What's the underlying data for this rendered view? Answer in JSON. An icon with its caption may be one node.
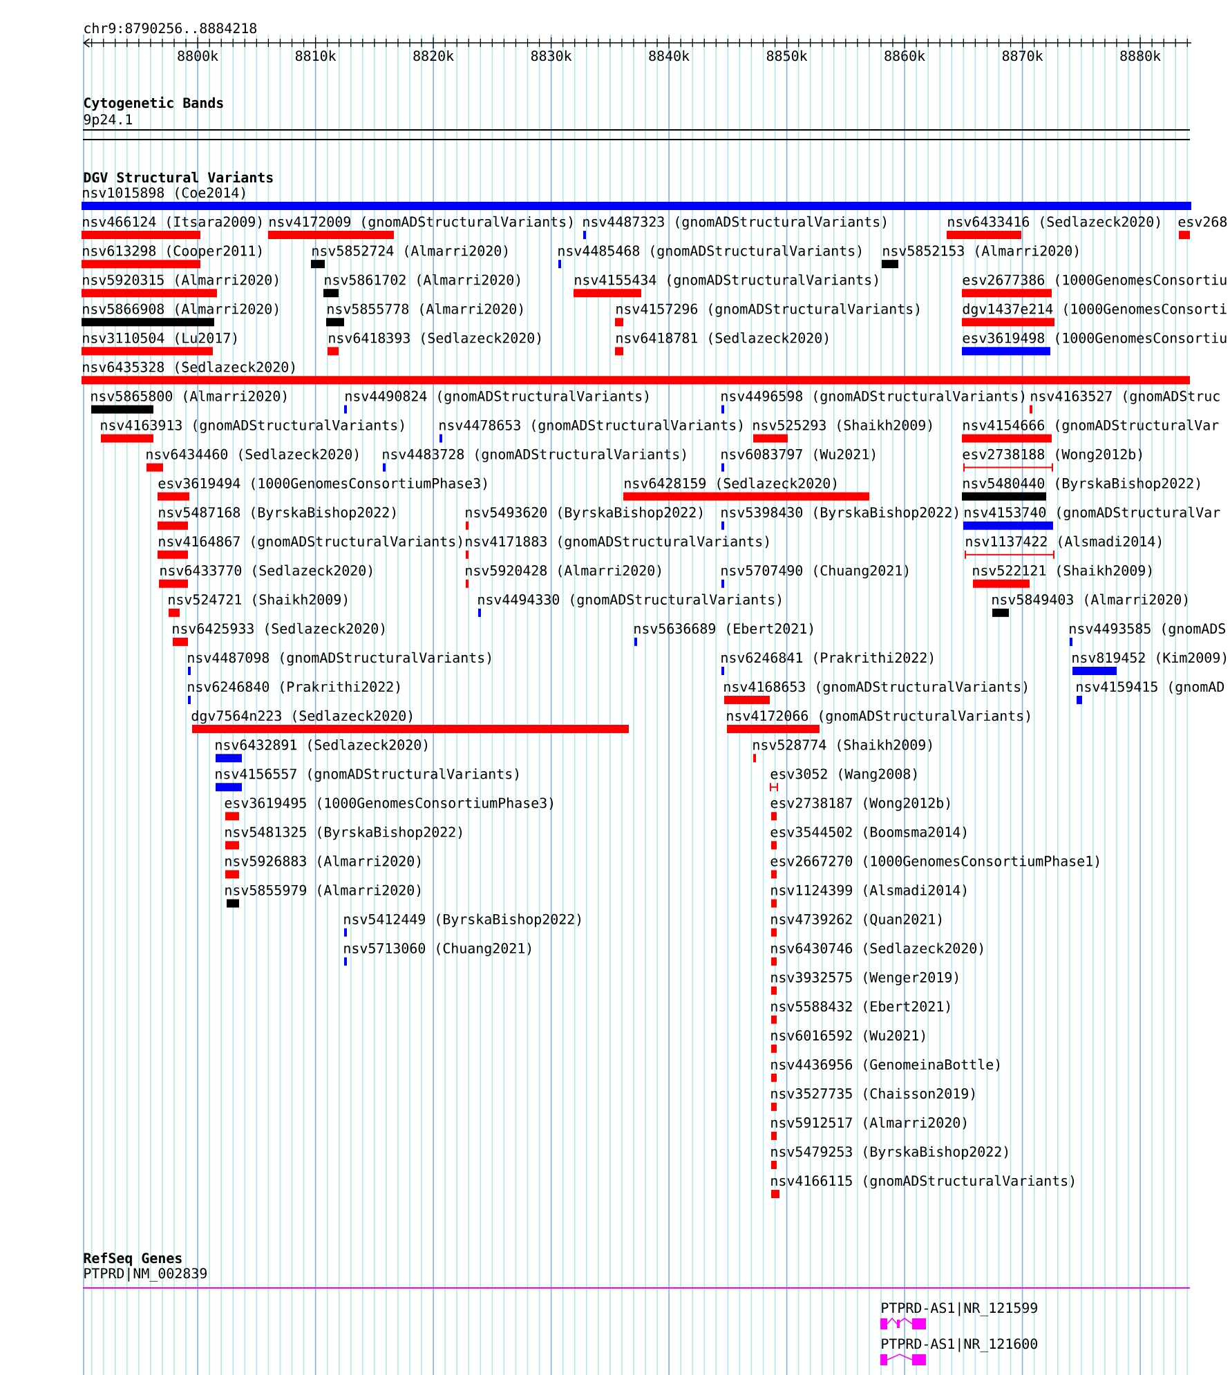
{
  "diagram": {
    "title": "chr9:8790256..8884218",
    "nodes": [
      {
        "text": [
          "9p24.1"
        ]
      },
      {
        "text": [
          "nsv1015898 (Coe2014)"
        ]
      },
      {
        "text": [
          "nsv466124 (Itsara2009)"
        ]
      },
      {
        "text": [
          "nsv4172009 (gnomADStructuralVariants)"
        ]
      },
      {
        "text": [
          "nsv4487323 (gnomADStructuralVariants)"
        ]
      },
      {
        "text": [
          "nsv6433416 (Sedlazeck2020)"
        ]
      },
      {
        "text": [
          "esv268"
        ]
      },
      {
        "text": [
          "nsv613298 (Cooper2011)"
        ]
      },
      {
        "text": [
          "nsv5852724 (Almarri2020)"
        ]
      },
      {
        "text": [
          "nsv4485468 (gnomADStructuralVariants)"
        ]
      },
      {
        "text": [
          "nsv5852153 (Almarri2020)"
        ]
      },
      {
        "text": [
          "nsv5920315 (Almarri2020)"
        ]
      },
      {
        "text": [
          "nsv5861702 (Almarri2020)"
        ]
      },
      {
        "text": [
          "nsv4155434 (gnomADStructuralVariants)"
        ]
      },
      {
        "text": [
          "esv2677386 (1000GenomesConsortiu"
        ]
      },
      {
        "text": [
          "nsv5866908 (Almarri2020)"
        ]
      },
      {
        "text": [
          "nsv5855778 (Almarri2020)"
        ]
      },
      {
        "text": [
          "nsv4157296 (gnomADStructuralVariants)"
        ]
      },
      {
        "text": [
          "dgv1437e214 (1000GenomesConsorti"
        ]
      },
      {
        "text": [
          "nsv3110504 (Lu2017)"
        ]
      },
      {
        "text": [
          "nsv6418393 (Sedlazeck2020)"
        ]
      },
      {
        "text": [
          "nsv6418781 (Sedlazeck2020)"
        ]
      },
      {
        "text": [
          "esv3619498 (1000GenomesConsortiu"
        ]
      },
      {
        "text": [
          "nsv6435328 (Sedlazeck2020)"
        ]
      },
      {
        "text": [
          "nsv5865800 (Almarri2020)"
        ]
      },
      {
        "text": [
          "nsv4490824 (gnomADStructuralVariants)"
        ]
      },
      {
        "text": [
          "nsv4496598 (gnomADStructuralVariants)"
        ]
      },
      {
        "text": [
          "nsv4163527 (gnomADStruc"
        ]
      },
      {
        "text": [
          "nsv4163913 (gnomADStructuralVariants)"
        ]
      },
      {
        "text": [
          "nsv4478653 (gnomADStructuralVariants)"
        ]
      },
      {
        "text": [
          "nsv525293 (Shaikh2009)"
        ]
      },
      {
        "text": [
          "nsv4154666 (gnomADStructuralVar"
        ]
      },
      {
        "text": [
          "nsv6434460 (Sedlazeck2020)"
        ]
      },
      {
        "text": [
          "nsv4483728 (gnomADStructuralVariants)"
        ]
      },
      {
        "text": [
          "nsv6083797 (Wu2021)"
        ]
      },
      {
        "text": [
          "esv2738188 (Wong2012b)"
        ]
      },
      {
        "text": [
          "esv3619494 (1000GenomesConsortiumPhase3)"
        ]
      },
      {
        "text": [
          "nsv6428159 (Sedlazeck2020)"
        ]
      },
      {
        "text": [
          "nsv5480440 (ByrskaBishop2022)"
        ]
      },
      {
        "text": [
          "nsv5487168 (ByrskaBishop2022)"
        ]
      },
      {
        "text": [
          "nsv5493620 (ByrskaBishop2022)"
        ]
      },
      {
        "text": [
          "nsv5398430 (ByrskaBishop2022)"
        ]
      },
      {
        "text": [
          "nsv4153740 (gnomADStructuralVar"
        ]
      },
      {
        "text": [
          "nsv4164867 (gnomADStructuralVariants)"
        ]
      },
      {
        "text": [
          "nsv4171883 (gnomADStructuralVariants)"
        ]
      },
      {
        "text": [
          "nsv1137422 (Alsmadi2014)"
        ]
      },
      {
        "text": [
          "nsv6433770 (Sedlazeck2020)"
        ]
      },
      {
        "text": [
          "nsv5920428 (Almarri2020)"
        ]
      },
      {
        "text": [
          "nsv5707490 (Chuang2021)"
        ]
      },
      {
        "text": [
          "nsv522121 (Shaikh2009)"
        ]
      },
      {
        "text": [
          "nsv524721 (Shaikh2009)"
        ]
      },
      {
        "text": [
          "nsv4494330 (gnomADStructuralVariants)"
        ]
      },
      {
        "text": [
          "nsv5849403 (Almarri2020)"
        ]
      },
      {
        "text": [
          "nsv6425933 (Sedlazeck2020)"
        ]
      },
      {
        "text": [
          "nsv5636689 (Ebert2021)"
        ]
      },
      {
        "text": [
          "nsv4493585 (gnomADS"
        ]
      },
      {
        "text": [
          "nsv4487098 (gnomADStructuralVariants)"
        ]
      },
      {
        "text": [
          "nsv6246841 (Prakrithi2022)"
        ]
      },
      {
        "text": [
          "nsv819452 (Kim2009)"
        ]
      },
      {
        "text": [
          "nsv6246840 (Prakrithi2022)"
        ]
      },
      {
        "text": [
          "nsv4168653 (gnomADStructuralVariants)"
        ]
      },
      {
        "text": [
          "nsv4159415 (gnomAD"
        ]
      },
      {
        "text": [
          "dgv7564n223 (Sedlazeck2020)"
        ]
      },
      {
        "text": [
          "nsv4172066 (gnomADStructuralVariants)"
        ]
      },
      {
        "text": [
          "nsv6432891 (Sedlazeck2020)"
        ]
      },
      {
        "text": [
          "nsv528774 (Shaikh2009)"
        ]
      },
      {
        "text": [
          "nsv4156557 (gnomADStructuralVariants)"
        ]
      },
      {
        "text": [
          "esv3052 (Wang2008)"
        ]
      },
      {
        "text": [
          "esv3619495 (1000GenomesConsortiumPhase3)"
        ]
      },
      {
        "text": [
          "esv2738187 (Wong2012b)"
        ]
      },
      {
        "text": [
          "nsv5481325 (ByrskaBishop2022)"
        ]
      },
      {
        "text": [
          "esv3544502 (Boomsma2014)"
        ]
      },
      {
        "text": [
          "nsv5926883 (Almarri2020)"
        ]
      },
      {
        "text": [
          "esv2667270 (1000GenomesConsortiumPhase1)"
        ]
      },
      {
        "text": [
          "nsv5855979 (Almarri2020)"
        ]
      },
      {
        "text": [
          "nsv1124399 (Alsmadi2014)"
        ]
      },
      {
        "text": [
          "nsv5412449 (ByrskaBishop2022)"
        ]
      },
      {
        "text": [
          "nsv4739262 (Quan2021)"
        ]
      },
      {
        "text": [
          "nsv5713060 (Chuang2021)"
        ]
      },
      {
        "text": [
          "nsv6430746 (Sedlazeck2020)"
        ]
      },
      {
        "text": [
          "nsv3932575 (Wenger2019)"
        ]
      },
      {
        "text": [
          "nsv5588432 (Ebert2021)"
        ]
      },
      {
        "text": [
          "nsv6016592 (Wu2021)"
        ]
      },
      {
        "text": [
          "nsv4436956 (GenomeinaBottle)"
        ]
      },
      {
        "text": [
          "nsv3527735 (Chaisson2019)"
        ]
      },
      {
        "text": [
          "nsv5912517 (Almarri2020)"
        ]
      },
      {
        "text": [
          "nsv5479253 (ByrskaBishop2022)"
        ]
      },
      {
        "text": [
          "nsv4166115 (gnomADStructuralVariants)"
        ]
      },
      {
        "text": [
          "PTPRD|NM_002839"
        ]
      },
      {
        "text": [
          "PTPRD-AS1|NR_121599"
        ]
      },
      {
        "text": [
          "PTPRD-AS1|NR_121600"
        ]
      }
    ],
    "labels": [
      "8800k",
      "8810k",
      "8820k",
      "8830k",
      "8840k",
      "8850k",
      "8860k",
      "8870k",
      "8880k",
      "Cytogenetic Bands",
      "DGV Structural Variants",
      "RefSeq Genes"
    ]
  }
}
